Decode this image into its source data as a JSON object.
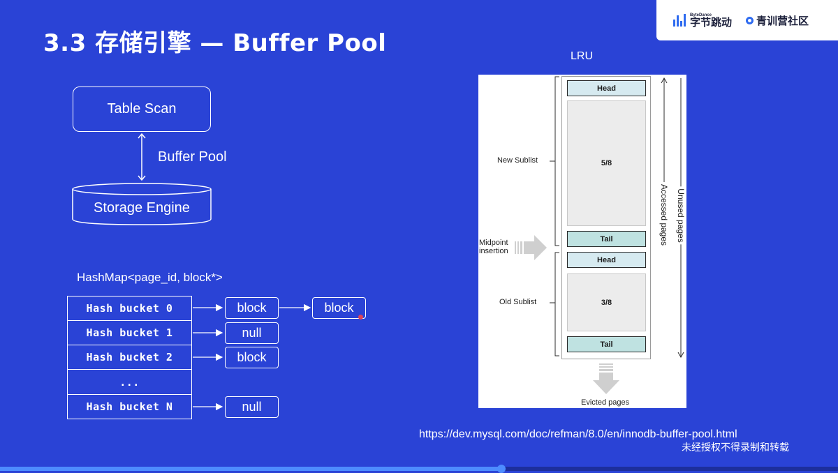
{
  "slide": {
    "title": "3.3 存储引擎 — Buffer Pool"
  },
  "brand": {
    "bytedance_small": "ByteDance",
    "bytedance": "字节跳动",
    "community": "青训营社区"
  },
  "architecture": {
    "table_scan": "Table Scan",
    "buffer_pool": "Buffer Pool",
    "storage_engine": "Storage Engine"
  },
  "hashmap": {
    "title": "HashMap<page_id, block*>",
    "buckets": [
      "Hash bucket 0",
      "Hash bucket 1",
      "Hash bucket 2",
      "...",
      "Hash bucket N"
    ],
    "chain_0": [
      "block",
      "block"
    ],
    "chain_1": "null",
    "chain_2": "block",
    "chain_N": "null"
  },
  "lru": {
    "title": "LRU",
    "new_sublist": "New Sublist",
    "old_sublist": "Old Sublist",
    "midpoint": "Midpoint",
    "insertion": "insertion",
    "new_head": "Head",
    "new_body": "5/8",
    "new_tail": "Tail",
    "old_head": "Head",
    "old_body": "3/8",
    "old_tail": "Tail",
    "accessed": "Accessed pages",
    "unused": "Unused pages",
    "evicted": "Evicted pages"
  },
  "footer": {
    "url": "https://dev.mysql.com/doc/refman/8.0/en/innodb-buffer-pool.html",
    "notice": "未经授权不得录制和转载"
  }
}
